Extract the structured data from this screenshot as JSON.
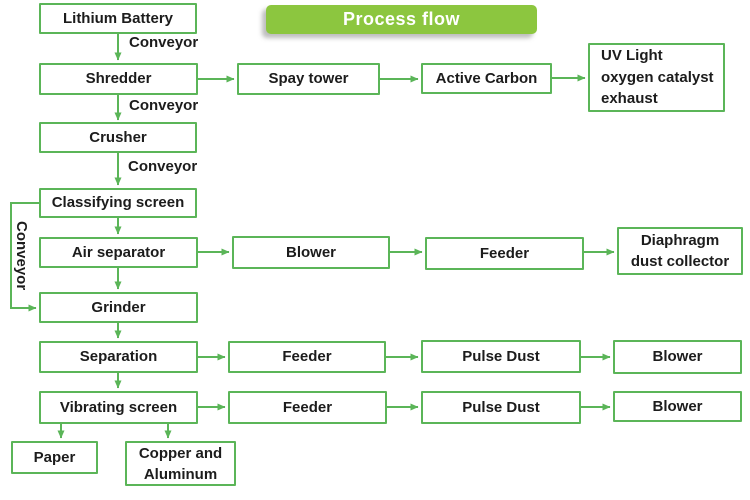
{
  "banner": {
    "label": "Process flow"
  },
  "colors": {
    "line_green": "#5bb558",
    "banner_green": "#8cc63f",
    "text": "#1c1c1c",
    "background": "#ffffff"
  },
  "labels": {
    "conveyor": "Conveyor"
  },
  "nodes": {
    "lithium_battery": {
      "label": "Lithium Battery"
    },
    "shredder": {
      "label": "Shredder"
    },
    "crusher": {
      "label": "Crusher"
    },
    "classifying_screen": {
      "label": "Classifying screen"
    },
    "air_separator": {
      "label": "Air separator"
    },
    "grinder": {
      "label": "Grinder"
    },
    "separation": {
      "label": "Separation"
    },
    "vibrating_screen": {
      "label": "Vibrating screen"
    },
    "paper": {
      "label": "Paper"
    },
    "copper_aluminum": {
      "lines": [
        "Copper and",
        "Aluminum"
      ]
    },
    "spay_tower": {
      "label": "Spay tower"
    },
    "active_carbon": {
      "label": "Active Carbon"
    },
    "uv_exhaust": {
      "lines": [
        "UV Light",
        "oxygen catalyst",
        "exhaust"
      ]
    },
    "blower_air": {
      "label": "Blower"
    },
    "feeder_air": {
      "label": "Feeder"
    },
    "diaphragm": {
      "lines": [
        "Diaphragm",
        "dust collector"
      ]
    },
    "feeder_separation": {
      "label": "Feeder"
    },
    "pulse_dust_separation": {
      "label": "Pulse Dust"
    },
    "blower_separation": {
      "label": "Blower"
    },
    "feeder_vibrating": {
      "label": "Feeder"
    },
    "pulse_dust_vibrating": {
      "label": "Pulse Dust"
    },
    "blower_vibrating": {
      "label": "Blower"
    }
  }
}
